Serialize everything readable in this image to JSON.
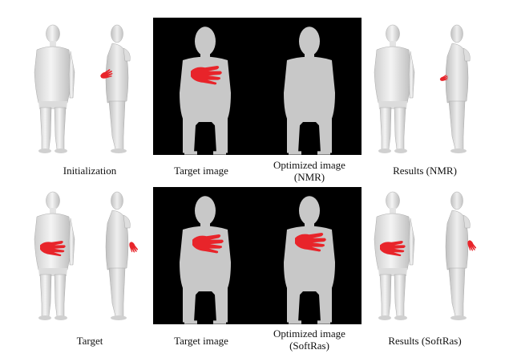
{
  "rows": [
    {
      "captions": {
        "initialization": "Initialization",
        "target_image": "Target image",
        "optimized_line1": "Optimized image",
        "optimized_line2": "(NMR)",
        "results": "Results (NMR)"
      }
    },
    {
      "captions": {
        "target": "Target",
        "target_image": "Target image",
        "optimized_line1": "Optimized image",
        "optimized_line2": "(SoftRas)",
        "results": "Results (SoftRas)"
      }
    }
  ],
  "colors": {
    "panel_background": "#000000",
    "silhouette": "#c8c8c8",
    "hand": "#e8242a",
    "mesh_light": "#f2f2f2",
    "mesh_shade": "#b9b9b9"
  }
}
